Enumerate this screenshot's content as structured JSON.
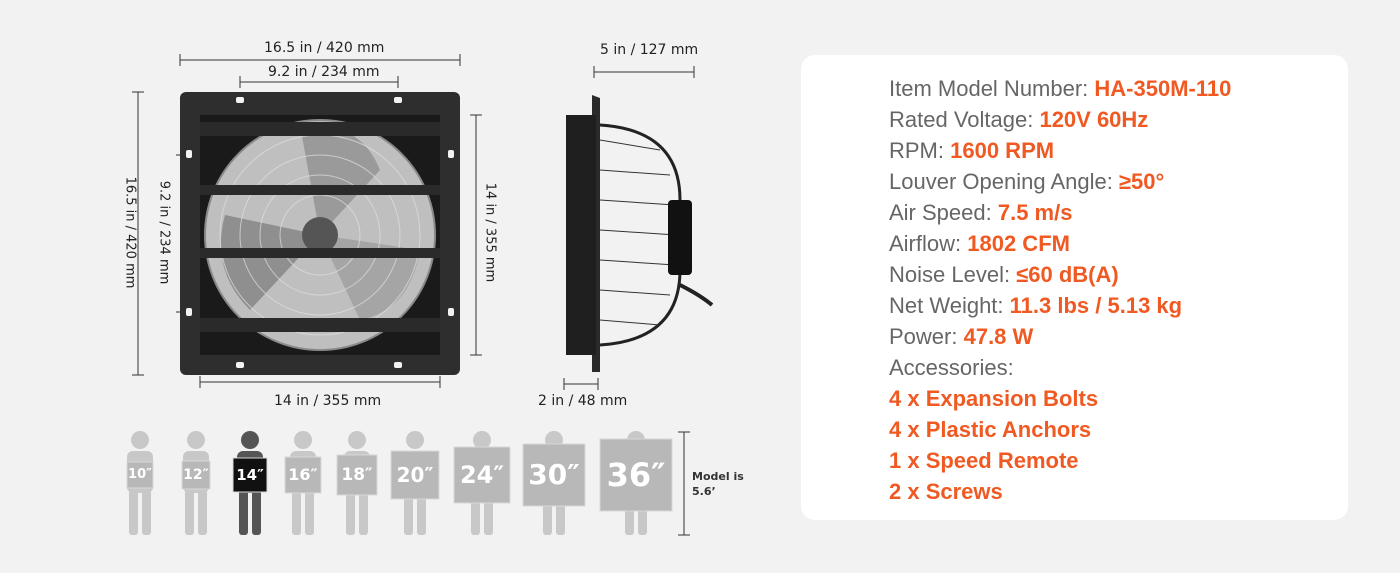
{
  "dimensions": {
    "front_width": "16.5 in / 420 mm",
    "front_inner_width": "9.2 in / 234 mm",
    "front_height": "16.5 in / 420 mm",
    "front_inner_height": "9.2 in / 234 mm",
    "front_opening_height": "14 in / 355 mm",
    "front_opening_width": "14 in / 355 mm",
    "side_depth": "5 in / 127 mm",
    "side_frame_depth": "2 in / 48 mm"
  },
  "size_chart": {
    "sizes": [
      "10″",
      "12″",
      "14″",
      "16″",
      "18″",
      "20″",
      "24″",
      "30″",
      "36″"
    ],
    "selected_index": 2,
    "model_note_line1": "Model is",
    "model_note_line2": "5.6’"
  },
  "specs": [
    {
      "label": "Item Model Number: ",
      "value": "HA-350M-110"
    },
    {
      "label": "Rated Voltage: ",
      "value": "120V 60Hz"
    },
    {
      "label": "RPM: ",
      "value": "1600 RPM"
    },
    {
      "label": "Louver Opening Angle: ",
      "value": "≥50°"
    },
    {
      "label": "Air Speed: ",
      "value": "7.5 m/s"
    },
    {
      "label": "Airflow: ",
      "value": "1802 CFM"
    },
    {
      "label": "Noise Level: ",
      "value": "≤60 dB(A)"
    },
    {
      "label": "Net Weight: ",
      "value": "11.3 lbs / 5.13 kg"
    },
    {
      "label": "Power: ",
      "value": "47.8 W"
    }
  ],
  "accessories_label": "Accessories:",
  "accessories": [
    "4 x Expansion Bolts",
    "4 x Plastic Anchors",
    "1 x Speed Remote",
    "2 x Screws"
  ],
  "colors": {
    "accent": "#f05a22",
    "label_gray": "#666666",
    "card_bg": "#ffffff",
    "page_bg": "#f2f2f2",
    "fan_frame": "#2b2b2b",
    "silhouette": "#c8c8c8",
    "silhouette_selected": "#555555"
  }
}
